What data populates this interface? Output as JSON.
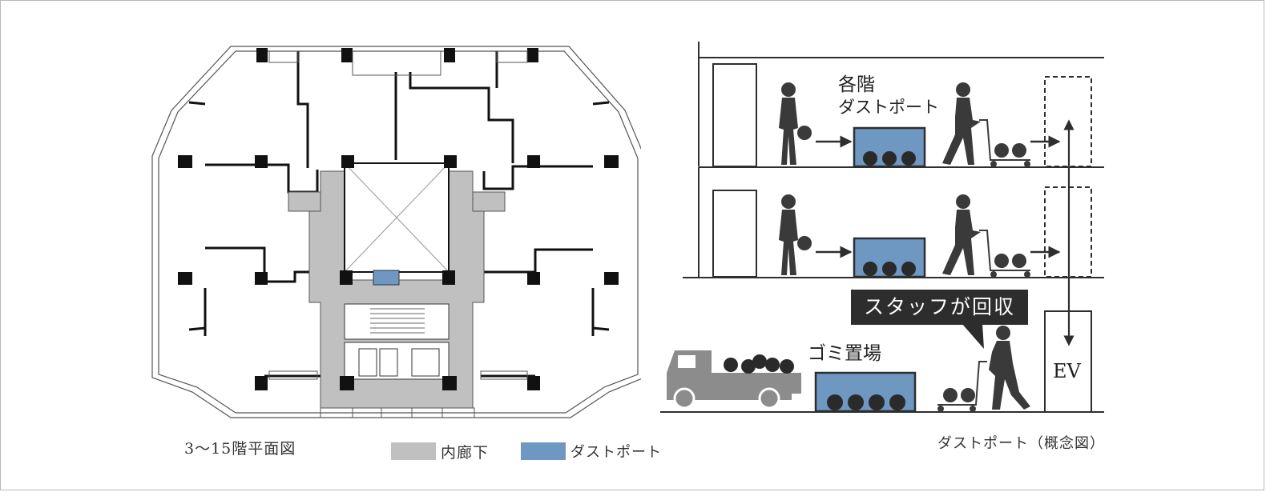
{
  "floor_plan": {
    "caption": "3～15階平面図"
  },
  "legend": {
    "items": [
      {
        "label": "内廊下",
        "color": "#c0c0c0"
      },
      {
        "label": "ダストポート",
        "color": "#6e97c2"
      }
    ]
  },
  "concept": {
    "floor_label_line1": "各階",
    "floor_label_line2": "ダストポート",
    "staff_bubble": "スタッフが回収",
    "garbage_area": "ゴミ置場",
    "elevator": "EV",
    "caption": "ダストポート（概念図）"
  },
  "colors": {
    "corridor": "#c0c0c0",
    "dustport": "#6e97c2",
    "figure": "#3a3a3a",
    "truck": "#8c8c8c",
    "line": "#2e2e2e"
  }
}
